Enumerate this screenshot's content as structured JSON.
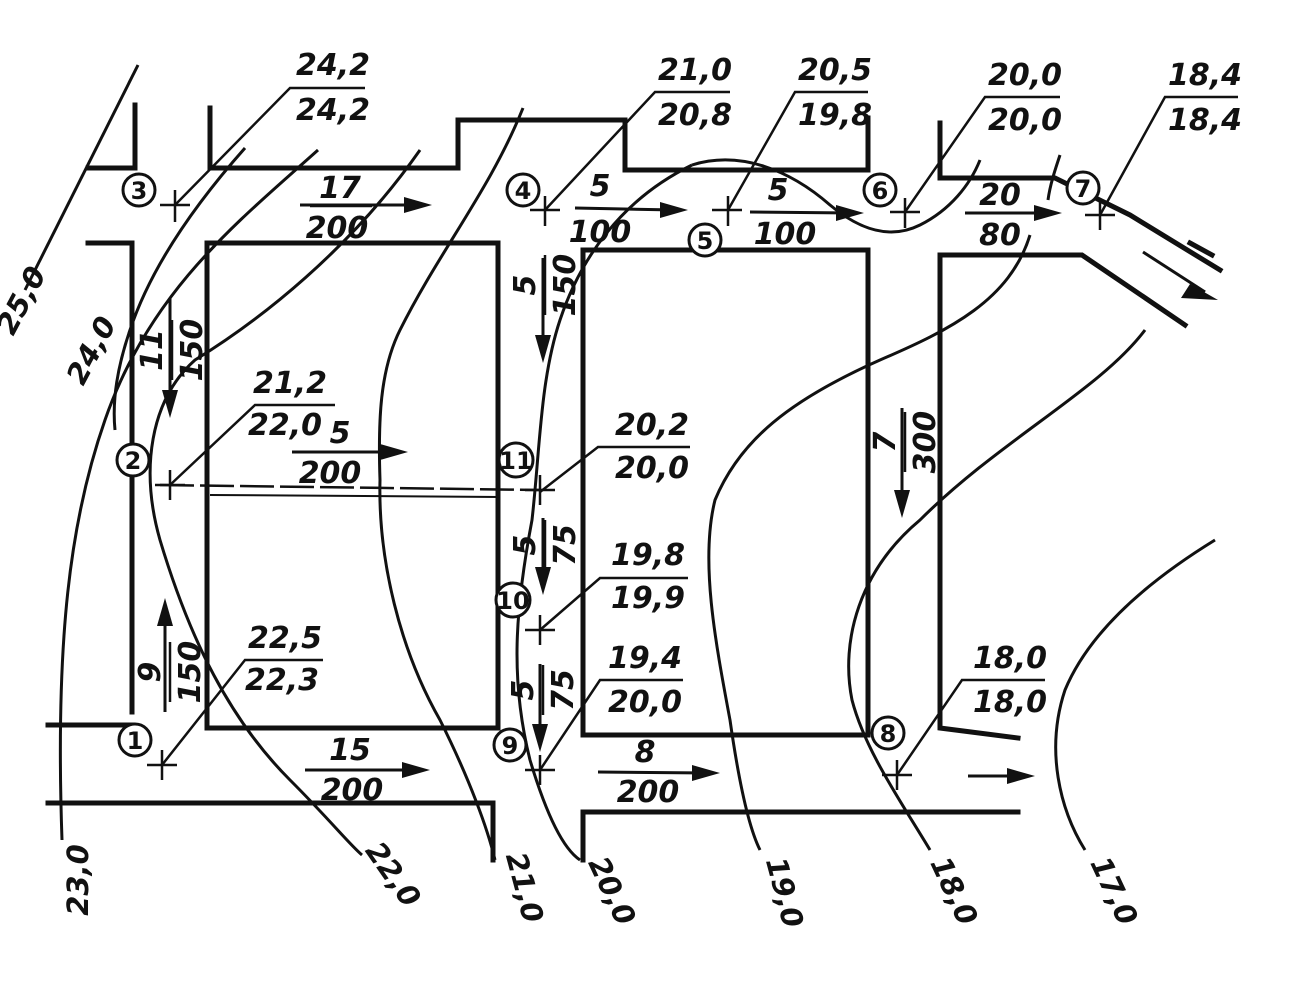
{
  "nodes": [
    "1",
    "2",
    "3",
    "4",
    "5",
    "6",
    "7",
    "8",
    "9",
    "10",
    "11"
  ],
  "elevations": [
    {
      "node": "3",
      "top": "24,2",
      "bottom": "24,2"
    },
    {
      "node": "4",
      "top": "21,0",
      "bottom": "20,8"
    },
    {
      "node": "5",
      "top": "20,5",
      "bottom": "19,8"
    },
    {
      "node": "6",
      "top": "20,0",
      "bottom": "20,0"
    },
    {
      "node": "7",
      "top": "18,4",
      "bottom": "18,4"
    },
    {
      "node": "2",
      "top": "21,2",
      "bottom": "22,0"
    },
    {
      "node": "11",
      "top": "20,2",
      "bottom": "20,0"
    },
    {
      "node": "10",
      "top": "19,8",
      "bottom": "19,9"
    },
    {
      "node": "1",
      "top": "22,5",
      "bottom": "22,3"
    },
    {
      "node": "9",
      "top": "19,4",
      "bottom": "20,0"
    },
    {
      "node": "8",
      "top": "18,0",
      "bottom": "18,0"
    }
  ],
  "segments": [
    {
      "from": "3",
      "to": "4",
      "top": "17",
      "bottom": "200"
    },
    {
      "from": "4",
      "to": "5",
      "top": "5",
      "bottom": "100"
    },
    {
      "from": "5",
      "to": "6",
      "top": "5",
      "bottom": "100"
    },
    {
      "from": "6",
      "to": "7",
      "top": "20",
      "bottom": "80"
    },
    {
      "from": "3",
      "to": "2",
      "top": "11",
      "bottom": "150"
    },
    {
      "from": "4",
      "to": "11",
      "top": "5",
      "bottom": "150"
    },
    {
      "from": "2",
      "to": "11",
      "top": "5",
      "bottom": "200"
    },
    {
      "from": "11",
      "to": "10",
      "top": "5",
      "bottom": "75"
    },
    {
      "from": "10",
      "to": "9",
      "top": "5",
      "bottom": "75"
    },
    {
      "from": "1",
      "to": "2",
      "top": "9",
      "bottom": "150"
    },
    {
      "from": "1",
      "to": "9",
      "top": "15",
      "bottom": "200"
    },
    {
      "from": "9",
      "to": "8",
      "top": "8",
      "bottom": "200"
    },
    {
      "from": "6",
      "to": "8",
      "top": "7",
      "bottom": "300"
    }
  ],
  "contours": [
    "25,0",
    "24,0",
    "23,0",
    "22,0",
    "21,0",
    "20,0",
    "19,0",
    "18,0",
    "17,0"
  ]
}
